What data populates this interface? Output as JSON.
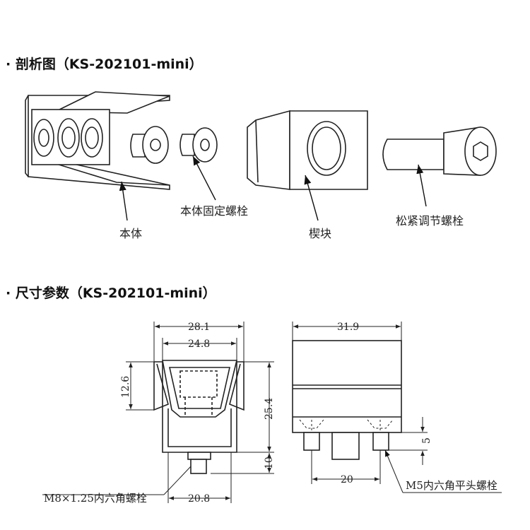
{
  "exploded_view": {
    "heading": "· 剖析图（KS-202101-mini）",
    "labels": {
      "body": "本体",
      "body_fixing_bolt": "本体固定螺栓",
      "wedge": "楔块",
      "adjusting_bolt": "松紧调节螺栓"
    }
  },
  "dimensions_view": {
    "heading": "· 尺寸参数（KS-202101-mini）",
    "front": {
      "overall_width": "28.1",
      "inner_width": "24.8",
      "wedge_height": "12.6",
      "body_height": "25.4",
      "bolt_length": "10",
      "bolt_spacing": "20.8",
      "bolt_note": "M8×1.25内六角螺栓"
    },
    "side": {
      "overall_width": "31.9",
      "bolt_protrusion": "5",
      "bolt_spacing": "20",
      "bolt_note": "M5内六角平头螺栓"
    }
  }
}
